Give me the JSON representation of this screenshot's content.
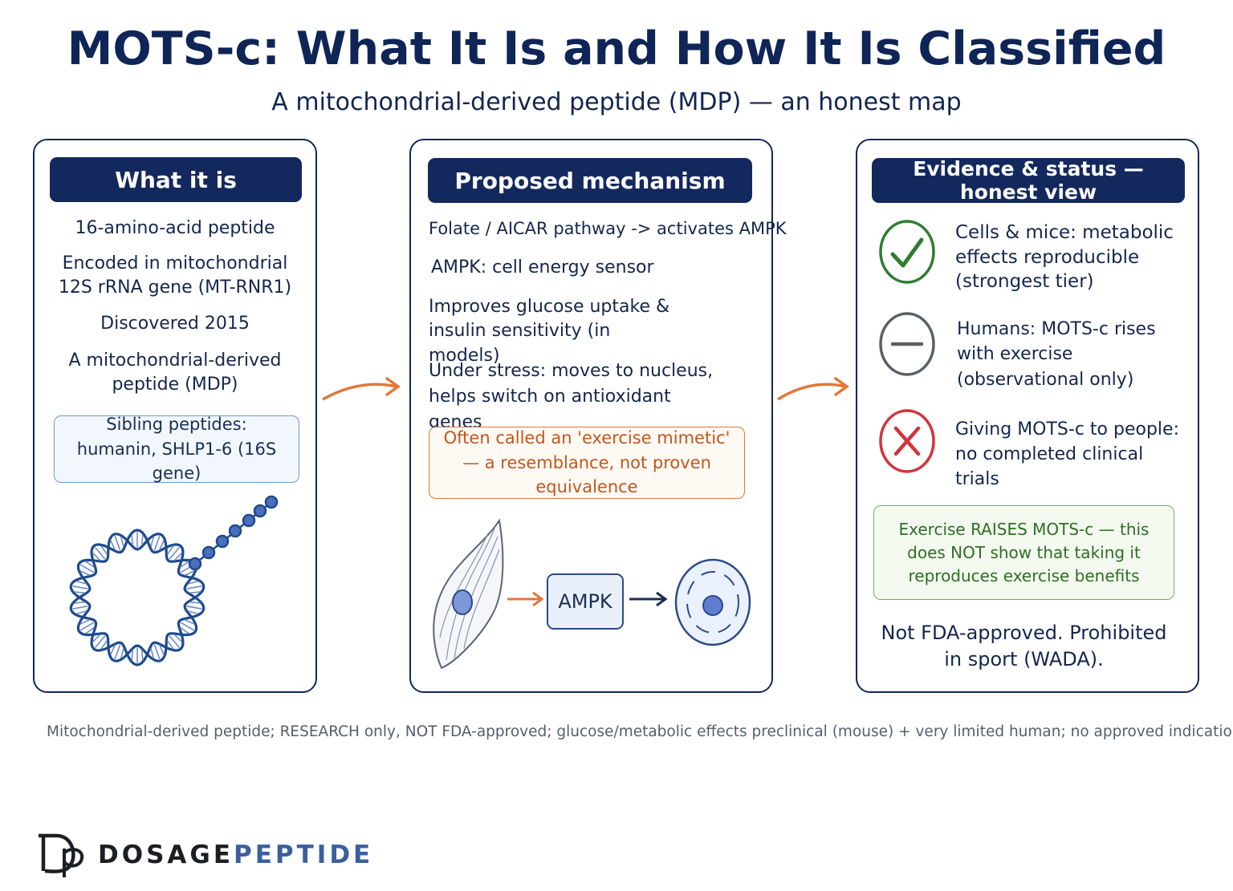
{
  "title": "MOTS-c: What It Is and How It Is Classified",
  "subtitle": "A mitochondrial-derived peptide (MDP) — an honest map",
  "panels": {
    "what_it_is": {
      "header": "What it is",
      "line1": "16-amino-acid peptide",
      "line2": "Encoded in mitochondrial 12S rRNA gene (MT-RNR1)",
      "line3": "Discovered 2015",
      "line4": "A mitochondrial-derived peptide (MDP)",
      "sibling": "Sibling peptides: humanin, SHLP1-6 (16S gene)"
    },
    "mechanism": {
      "header": "Proposed mechanism",
      "line1": "Folate / AICAR pathway -> activates AMPK",
      "line2": "AMPK: cell energy sensor",
      "line3": "Improves glucose uptake & insulin sensitivity (in models)",
      "line4": "Under stress: moves to nucleus, helps switch on antioxidant genes",
      "mimetic": "Often called an 'exercise mimetic' — a resemblance, not proven equivalence",
      "ampk_label": "AMPK"
    },
    "evidence": {
      "header": "Evidence & status — honest view",
      "item1": "Cells & mice: metabolic effects reproducible (strongest tier)",
      "item2": "Humans: MOTS-c rises with exercise (observational only)",
      "item3": "Giving MOTS-c to people: no completed clinical trials",
      "exercise_note": "Exercise RAISES MOTS-c — this does NOT show that taking it reproduces exercise benefits",
      "status": "Not FDA-approved. Prohibited in sport (WADA)."
    }
  },
  "footnote": "Mitochondrial-derived peptide; RESEARCH only, NOT FDA-approved; glucose/metabolic effects preclinical (mouse) + very limited human; no approved indication.",
  "brand": {
    "part1": "DOSAGE",
    "part2": "PEPTIDE",
    "logo_mark": "Dp"
  },
  "colors": {
    "navy": "#13295e",
    "orange": "#e2773a",
    "green": "#2f7d32",
    "red": "#d0353b",
    "gray": "#5b5f66"
  },
  "icons": [
    "check-icon",
    "minus-icon",
    "cross-icon",
    "dna-ring-icon",
    "peptide-chain-icon",
    "muscle-cell-icon",
    "cell-nucleus-icon"
  ]
}
